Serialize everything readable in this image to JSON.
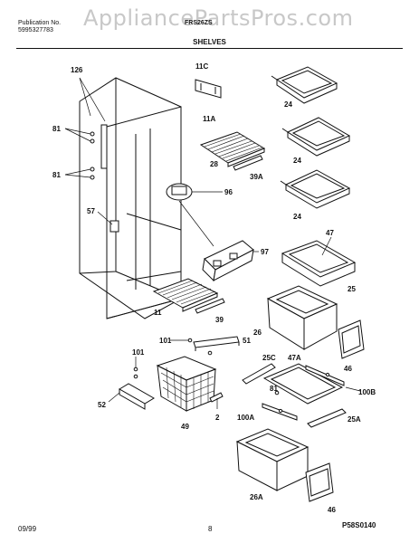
{
  "header": {
    "publication_label": "Publication No.",
    "publication_number": "5995327783",
    "model_partial": "FRS26ZS",
    "watermark": "AppliancePartsPros.com",
    "section_title": "SHELVES"
  },
  "footer": {
    "date": "09/99",
    "page": "8",
    "drawing_code": "P58S0140"
  },
  "callouts": [
    {
      "id": "c126",
      "text": "126"
    },
    {
      "id": "c81a",
      "text": "81"
    },
    {
      "id": "c81b",
      "text": "81"
    },
    {
      "id": "c57",
      "text": "57"
    },
    {
      "id": "c11C",
      "text": "11C"
    },
    {
      "id": "c11A",
      "text": "11A"
    },
    {
      "id": "c28",
      "text": "28"
    },
    {
      "id": "c39A",
      "text": "39A"
    },
    {
      "id": "c96",
      "text": "96"
    },
    {
      "id": "c97",
      "text": "97"
    },
    {
      "id": "c11",
      "text": "11"
    },
    {
      "id": "c39",
      "text": "39"
    },
    {
      "id": "c24a",
      "text": "24"
    },
    {
      "id": "c24b",
      "text": "24"
    },
    {
      "id": "c24c",
      "text": "24"
    },
    {
      "id": "c47",
      "text": "47"
    },
    {
      "id": "c25",
      "text": "25"
    },
    {
      "id": "c26",
      "text": "26"
    },
    {
      "id": "c46a",
      "text": "46"
    },
    {
      "id": "c101",
      "text": "101"
    },
    {
      "id": "c101b",
      "text": "101"
    },
    {
      "id": "c51",
      "text": "51"
    },
    {
      "id": "c52",
      "text": "52"
    },
    {
      "id": "c49",
      "text": "49"
    },
    {
      "id": "c2",
      "text": "2"
    },
    {
      "id": "c25C",
      "text": "25C"
    },
    {
      "id": "c47A",
      "text": "47A"
    },
    {
      "id": "c81c",
      "text": "81"
    },
    {
      "id": "c100B",
      "text": "100B"
    },
    {
      "id": "c100A",
      "text": "100A"
    },
    {
      "id": "c25A",
      "text": "25A"
    },
    {
      "id": "c26A",
      "text": "26A"
    },
    {
      "id": "c46b",
      "text": "46"
    }
  ]
}
